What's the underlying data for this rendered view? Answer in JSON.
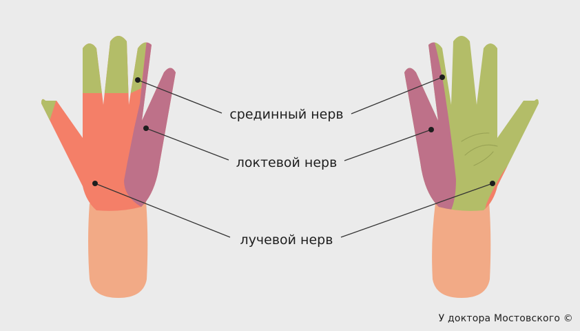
{
  "labels": {
    "median": "срединный нерв",
    "ulnar": "локтевой нерв",
    "radial": "лучевой нерв"
  },
  "credit": "У доктора Мостовского ©",
  "colors": {
    "background": "#ebebeb",
    "median_nerve": "#b3bd68",
    "ulnar_nerve": "#be7189",
    "radial_nerve": "#f47f68",
    "forearm": "#f2aa86",
    "line": "#333333"
  }
}
